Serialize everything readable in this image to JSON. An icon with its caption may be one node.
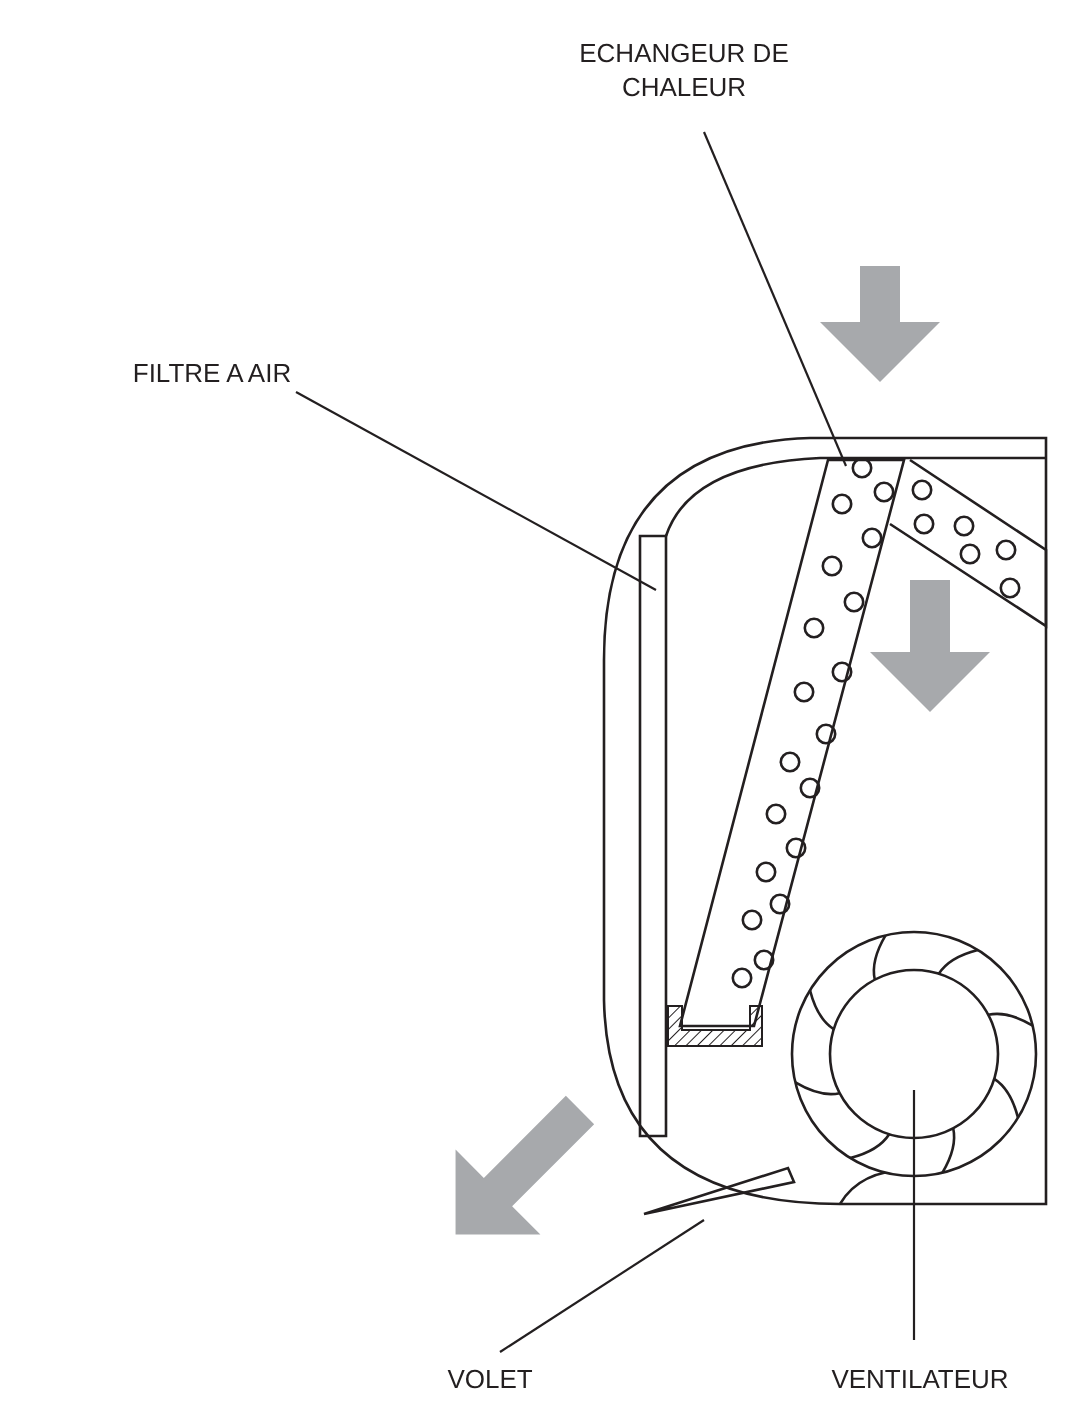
{
  "diagram": {
    "nodes": [
      {
        "text": [
          "ECHANGEUR DE CHALEUR"
        ]
      },
      {
        "text": [
          "FILTRE A AIR"
        ]
      },
      {
        "text": [
          "VOLET"
        ]
      },
      {
        "text": [
          "VENTILATEUR"
        ]
      },
      {
        "text": [],
        "shape": "box"
      },
      {
        "text": [],
        "shape": "bar"
      },
      {
        "text": [],
        "shape": "bar"
      },
      {
        "text": [],
        "shape": "circle"
      }
    ],
    "edges": [
      {
        "from": 0,
        "to": 4,
        "arrow": "none"
      },
      {
        "from": 1,
        "to": 5,
        "arrow": "none"
      },
      {
        "from": 2,
        "to": 6,
        "arrow": "none"
      },
      {
        "from": 3,
        "to": 7,
        "arrow": "none"
      }
    ]
  }
}
